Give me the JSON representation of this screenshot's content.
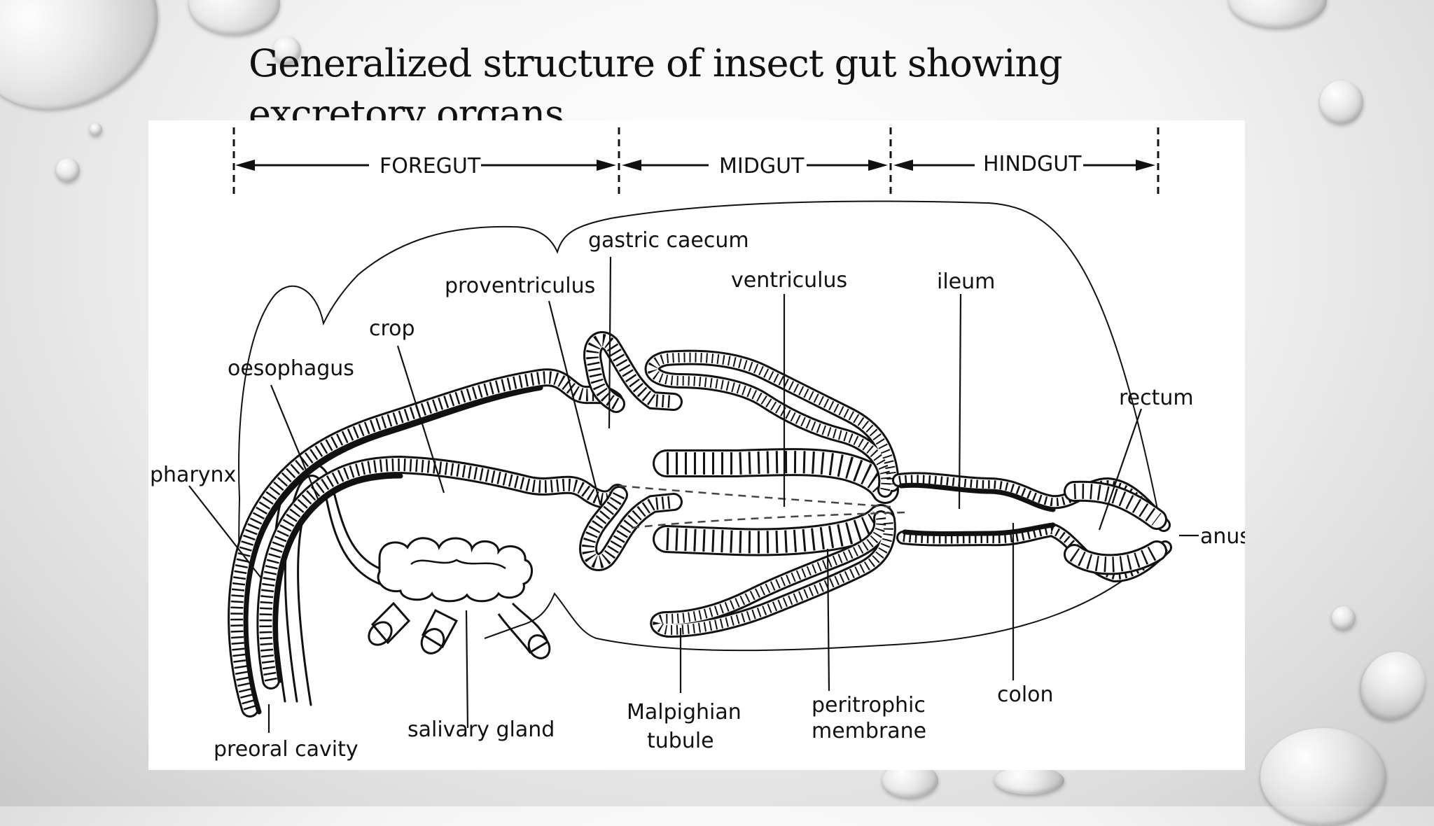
{
  "slide": {
    "title": "Generalized structure of insect gut showing excretory organs"
  },
  "diagram": {
    "regions": [
      {
        "key": "foregut",
        "label": "FOREGUT"
      },
      {
        "key": "midgut",
        "label": "MIDGUT"
      },
      {
        "key": "hindgut",
        "label": "HINDGUT"
      }
    ],
    "labels": {
      "gastric_caecum": "gastric caecum",
      "proventriculus": "proventriculus",
      "ventriculus": "ventriculus",
      "ileum": "ileum",
      "crop": "crop",
      "oesophagus": "oesophagus",
      "rectum": "rectum",
      "pharynx": "pharynx",
      "anus": "anus",
      "preoral_cavity": "preoral cavity",
      "salivary_gland": "salivary gland",
      "malpighian_tubule_line1": "Malpighian",
      "malpighian_tubule_line2": "tubule",
      "peritrophic_membrane_line1": "peritrophic",
      "peritrophic_membrane_line2": "membrane",
      "colon": "colon"
    }
  }
}
